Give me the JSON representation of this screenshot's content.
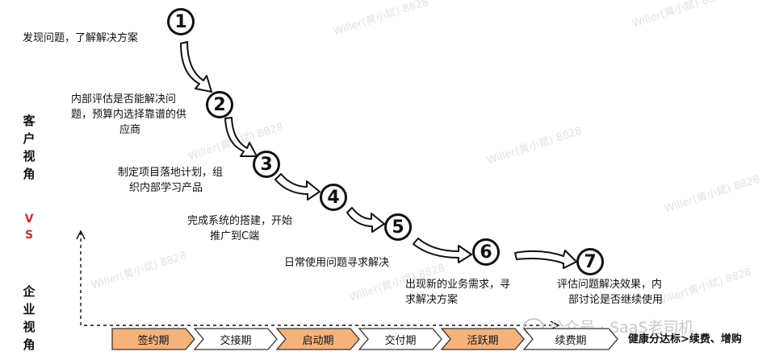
{
  "watermark": "Willer(黄小斌) 8828",
  "brand": {
    "text": "公众号 · SaaS老司机"
  },
  "steps": [
    {
      "num": "1",
      "lines": [
        "发现问题，了解解决方案"
      ]
    },
    {
      "num": "2",
      "lines": [
        "内部评估是否能解决问",
        "题，预算内选择靠谱的供",
        "应商"
      ]
    },
    {
      "num": "3",
      "lines": [
        "制定项目落地计划，组",
        "织内部学习产品"
      ]
    },
    {
      "num": "4",
      "lines": [
        "完成系统的搭建，开始",
        "推广到C端"
      ]
    },
    {
      "num": "5",
      "lines": [
        "日常使用问题寻求解决"
      ]
    },
    {
      "num": "6",
      "lines": [
        "出现新的业务需求，寻",
        "求解决方案"
      ]
    },
    {
      "num": "7",
      "lines": [
        "评估问题解决效果，内",
        "部讨论是否继续使用"
      ]
    }
  ],
  "left_labels": {
    "customer": [
      "客",
      "户",
      "视",
      "角"
    ],
    "vs": [
      "V",
      "S"
    ],
    "enterprise": [
      "企",
      "业",
      "视",
      "角"
    ]
  },
  "phases": [
    {
      "label": "签约期",
      "highlight": true
    },
    {
      "label": "交接期",
      "highlight": false
    },
    {
      "label": "启动期",
      "highlight": true
    },
    {
      "label": "交付期",
      "highlight": false
    },
    {
      "label": "活跃期",
      "highlight": true
    },
    {
      "label": "续费期",
      "highlight": false
    }
  ],
  "tail_text": "健康分达标>续费、增购",
  "colors": {
    "highlight": "#f5b27a",
    "plain": "#ffffff",
    "vs": "#e0282e"
  }
}
